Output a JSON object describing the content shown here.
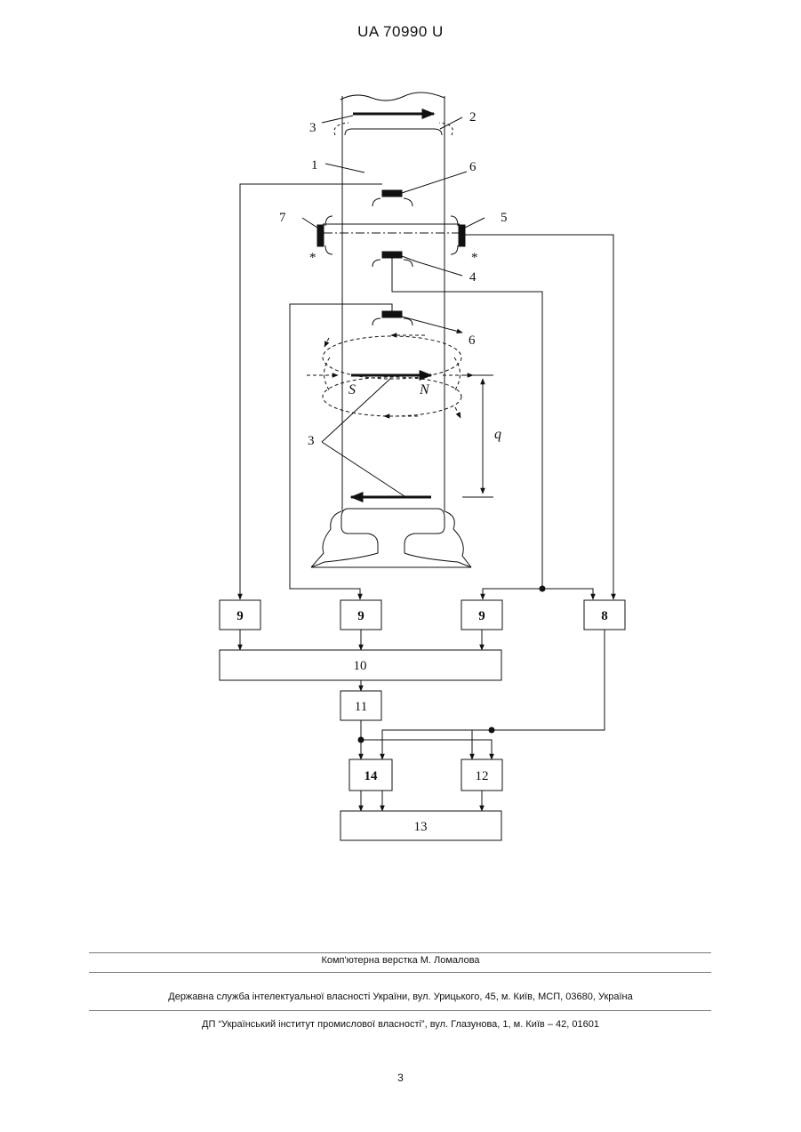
{
  "header": {
    "doc_id": "UA   70990   U"
  },
  "figure": {
    "labels": {
      "l1": "1",
      "l2": "2",
      "l3_top": "3",
      "l4": "4",
      "l5": "5",
      "l6_top": "6",
      "l6_mid": "6",
      "l7": "7",
      "l3_mid": "3",
      "star_left": "*",
      "star_right": "*",
      "pole_s": "S",
      "pole_n": "N",
      "dim_q": "q"
    },
    "blocks": {
      "b9a": "9",
      "b9b": "9",
      "b9c": "9",
      "b8": "8",
      "b10": "10",
      "b11": "11",
      "b14": "14",
      "b12": "12",
      "b13": "13"
    }
  },
  "footer": {
    "layout_credit": "Комп'ютерна верстка М. Ломалова",
    "agency": "Державна служба інтелектуальної власності України, вул. Урицького, 45, м. Київ, МСП, 03680, Україна",
    "institute": "ДП “Український інститут промислової власності”, вул. Глазунова, 1, м. Київ – 42, 01601"
  },
  "page_number": "3"
}
